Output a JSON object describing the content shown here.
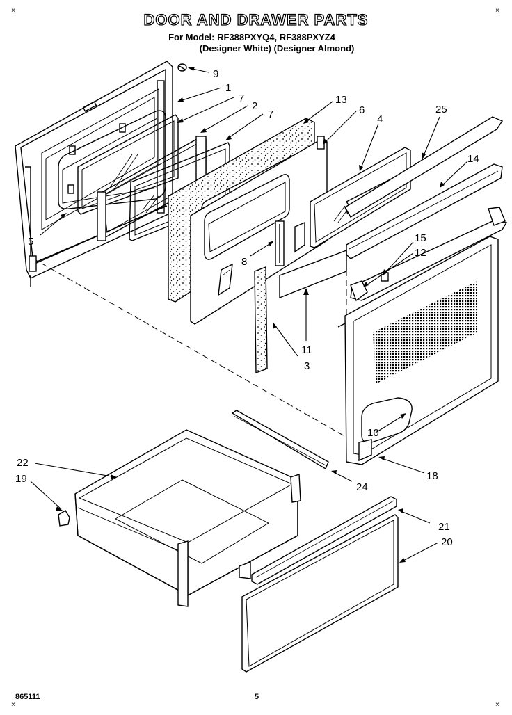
{
  "header": {
    "title": "DOOR AND DRAWER PARTS",
    "model_line": "For Model: RF388PXYQ4, RF388PXYZ4",
    "variant_line": "(Designer White) (Designer Almond)"
  },
  "marks": {
    "corner": "×"
  },
  "footer": {
    "code": "865111",
    "page": "5"
  },
  "callouts": [
    {
      "id": "c9",
      "text": "9"
    },
    {
      "id": "c1",
      "text": "1"
    },
    {
      "id": "c7a",
      "text": "7"
    },
    {
      "id": "c2",
      "text": "2"
    },
    {
      "id": "c7b",
      "text": "7"
    },
    {
      "id": "c13",
      "text": "13"
    },
    {
      "id": "c6",
      "text": "6"
    },
    {
      "id": "c4",
      "text": "4"
    },
    {
      "id": "c25",
      "text": "25"
    },
    {
      "id": "c14",
      "text": "14"
    },
    {
      "id": "c5",
      "text": "5"
    },
    {
      "id": "c15",
      "text": "15"
    },
    {
      "id": "c12",
      "text": "12"
    },
    {
      "id": "c8",
      "text": "8"
    },
    {
      "id": "c11",
      "text": "11"
    },
    {
      "id": "c3",
      "text": "3"
    },
    {
      "id": "c10",
      "text": "10"
    },
    {
      "id": "c18",
      "text": "18"
    },
    {
      "id": "c22",
      "text": "22"
    },
    {
      "id": "c19",
      "text": "19"
    },
    {
      "id": "c24",
      "text": "24"
    },
    {
      "id": "c21",
      "text": "21"
    },
    {
      "id": "c20",
      "text": "20"
    }
  ]
}
